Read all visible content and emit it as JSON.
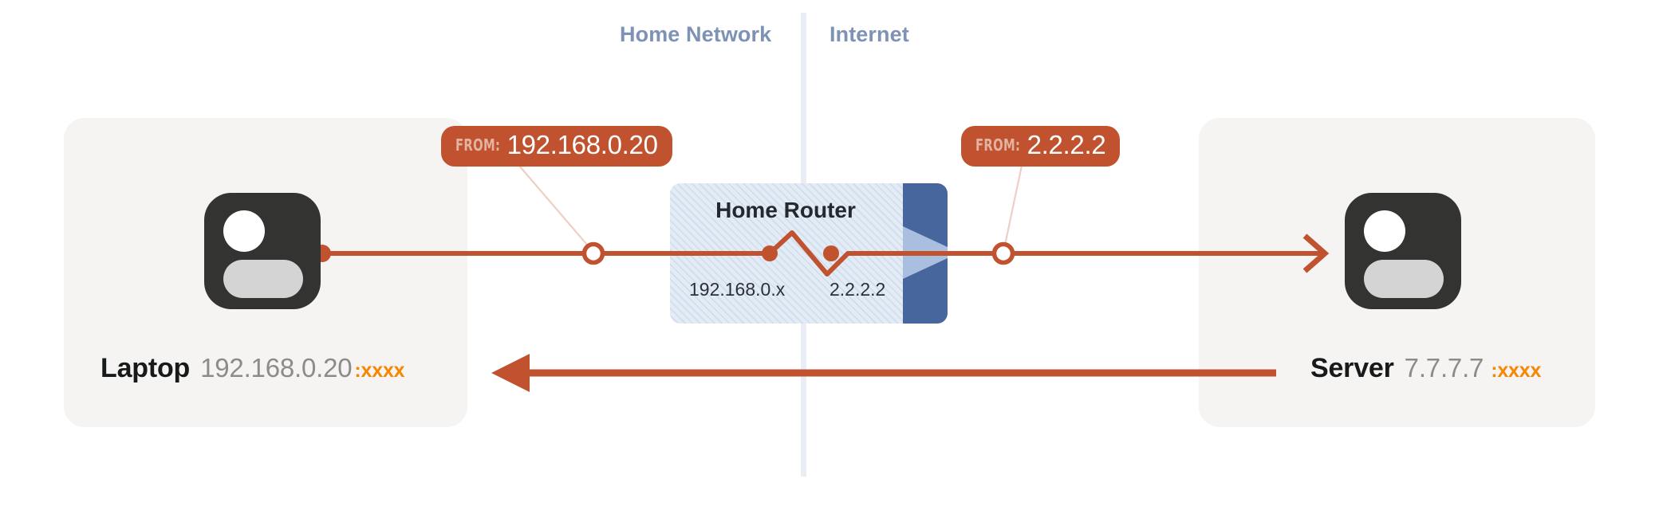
{
  "zones": {
    "home": "Home Network",
    "internet": "Internet"
  },
  "router": {
    "title": "Home Router",
    "lan_interface": "192.168.0.x",
    "wan_interface": "2.2.2.2"
  },
  "badges": [
    {
      "id": "lan",
      "keyword": "FROM:",
      "value": "192.168.0.20"
    },
    {
      "id": "wan",
      "keyword": "FROM:",
      "value": "2.2.2.2"
    }
  ],
  "hosts": {
    "laptop": {
      "name": "Laptop",
      "address": "192.168.0.20",
      "port": ":xxxx",
      "icon": "user-avatar-icon"
    },
    "server": {
      "name": "Server",
      "address": "7.7.7.7",
      "port": ":xxxx",
      "icon": "user-avatar-icon"
    }
  },
  "colors": {
    "flow_orange": "#c0522f",
    "port_orange": "#f98500",
    "zone_blue": "#7d92b4",
    "router_block_blue": "#46669d",
    "router_wedge_blue": "#aabfe0",
    "card_gray": "#f5f4f2",
    "divider_blue": "#e9eef6"
  }
}
